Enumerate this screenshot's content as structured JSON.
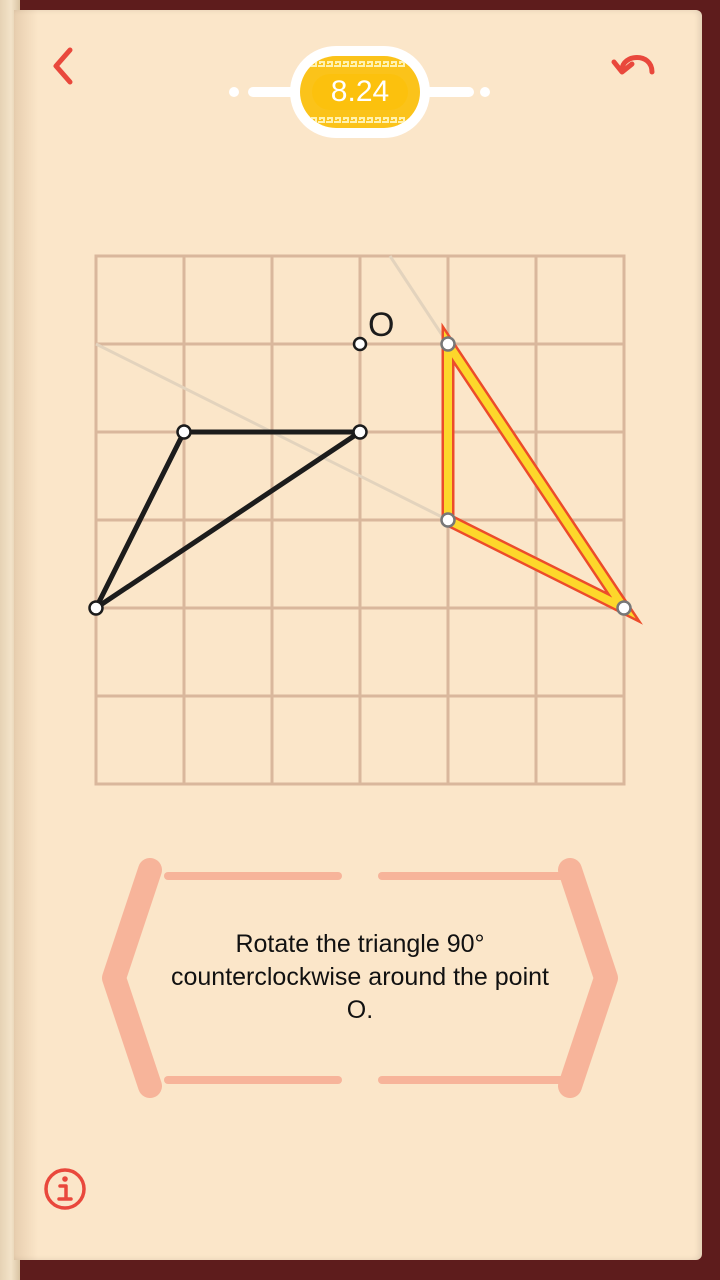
{
  "header": {
    "level_label": "8.24",
    "back_icon": "chevron-left-icon",
    "undo_icon": "undo-icon"
  },
  "puzzle": {
    "point_label": "O",
    "instruction": "Rotate the triangle 90° counterclockwise around the point O."
  },
  "footer": {
    "info_icon": "info-icon"
  },
  "colors": {
    "accent": "#e9483c",
    "grid": "#d9b79c",
    "triangle_original": "#1c1c1c",
    "triangle_rotated_fill": "#fdd72b",
    "triangle_rotated_edge": "#ec4c2b",
    "page": "#fbe6c9",
    "panel": "#f7b49a",
    "badge": "#fbc31a"
  }
}
